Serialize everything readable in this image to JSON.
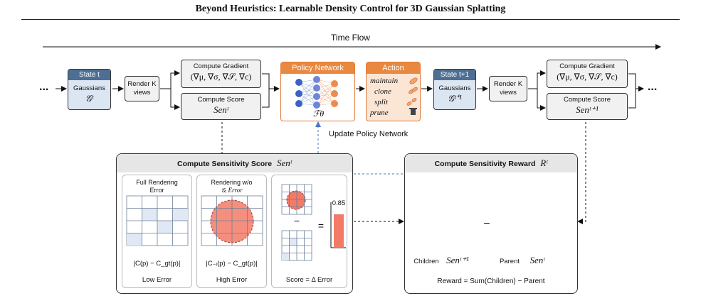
{
  "title": "Beyond Heuristics: Learnable Density Control for 3D Gaussian Splatting",
  "time_flow": "Time Flow",
  "ellipsis": "...",
  "state_t": {
    "header": "State t",
    "label": "Gaussians",
    "symbol": "𝒢ᵗ"
  },
  "render1": "Render K views",
  "grad1": {
    "label": "Compute Gradient",
    "formula": "(∇μ, ∇σ, ∇𝒮, ∇c)"
  },
  "score1": {
    "label": "Compute Score",
    "symbol": "Senᵗ"
  },
  "policy": {
    "header": "Policy Network",
    "symbol": "ℱθ"
  },
  "action": {
    "header": "Action",
    "items": [
      "maintain",
      "clone",
      "split",
      "prune"
    ]
  },
  "state_t1": {
    "header": "State t+1",
    "label": "Gaussians",
    "symbol": "𝒢ᵗ⁺¹"
  },
  "render2": "Render K views",
  "grad2": {
    "label": "Compute Gradient",
    "formula": "(∇μ, ∇σ, ∇𝒮, ∇c)"
  },
  "score2": {
    "label": "Compute Score",
    "symbol": "Senᵗ⁺¹"
  },
  "update_policy": "Update Policy Network",
  "sens_score": {
    "title": "Compute Sensitivity Score",
    "symbol": "Senᵗ",
    "full_rendering": "Full Rendering Error",
    "rendering_wo": "Rendering w/o",
    "rendering_wo_sym": "𝒢ᵢ Error",
    "formula_low": "|C(p) − C_gt(p)|",
    "formula_high": "|C₋ᵢ(p) − C_gt(p)|",
    "low_error": "Low Error",
    "high_error": "High Error",
    "minus": "−",
    "equals": "=",
    "score_value": "0.85",
    "score_caption": "Score = Δ Error"
  },
  "sens_reward": {
    "title": "Compute Sensitivity Reward",
    "symbol": "Rᵗ",
    "children": "Children",
    "children_sym": "Senᵗ⁺¹",
    "parent": "Parent",
    "parent_sym": "Senᵗ",
    "minus": "−",
    "caption": "Reward = Sum(Children) − Parent"
  },
  "colors": {
    "blue_header": "#4e6f93",
    "blue_fill": "#dbe6f2",
    "orange": "#e9883f",
    "orange_fill": "#fbe6d6",
    "red": "#f37a66"
  }
}
